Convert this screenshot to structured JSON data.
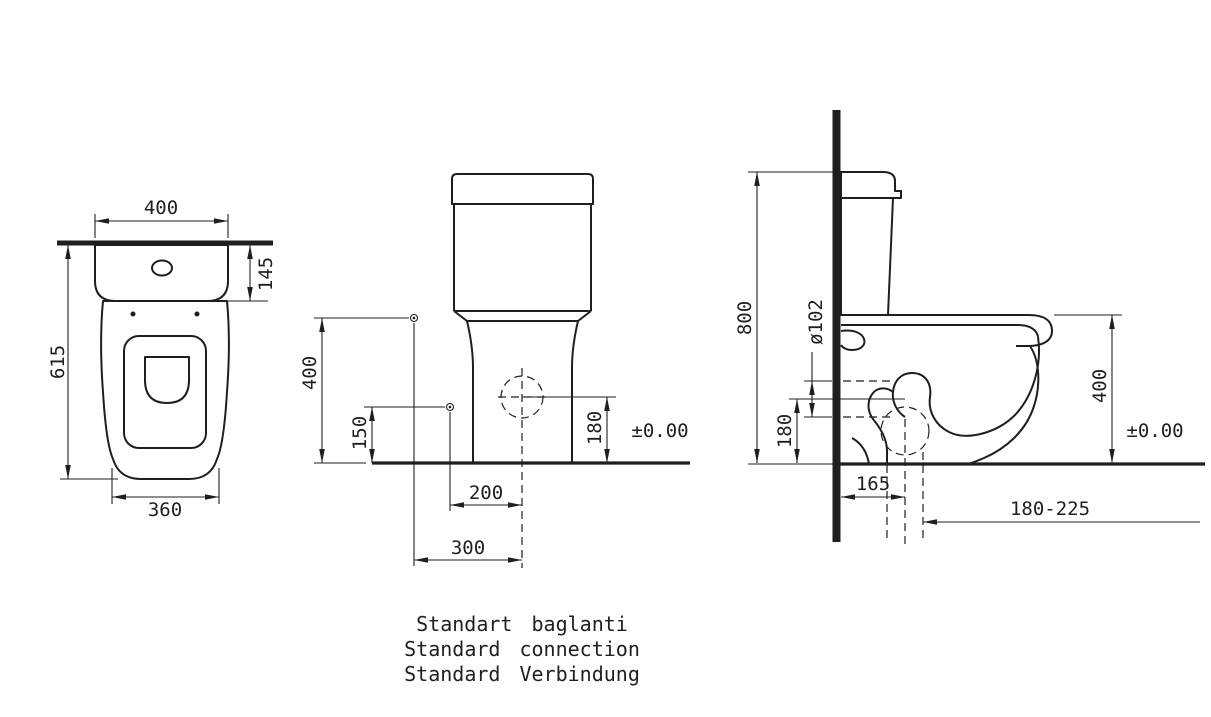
{
  "colors": {
    "ink": "#1f1f1f",
    "paper": "#ffffff"
  },
  "plan_view": {
    "width_top": "400",
    "tank_depth": "145",
    "total_depth": "615",
    "width_bottom": "360"
  },
  "front_view": {
    "height": "400",
    "inlet_height": "150",
    "outlet_height": "180",
    "datum": "±0.00",
    "outlet_offset": "200",
    "inlet_offset": "300"
  },
  "side_view": {
    "total_height": "800",
    "outlet_diameter": "ø102",
    "outlet_height": "180",
    "rim_height": "400",
    "datum": "±0.00",
    "outlet_distance": "165",
    "outlet_range": "180-225"
  },
  "caption": {
    "line1": "Standart baglanti",
    "line2": "Standard connection",
    "line3": "Standard Verbindung"
  }
}
